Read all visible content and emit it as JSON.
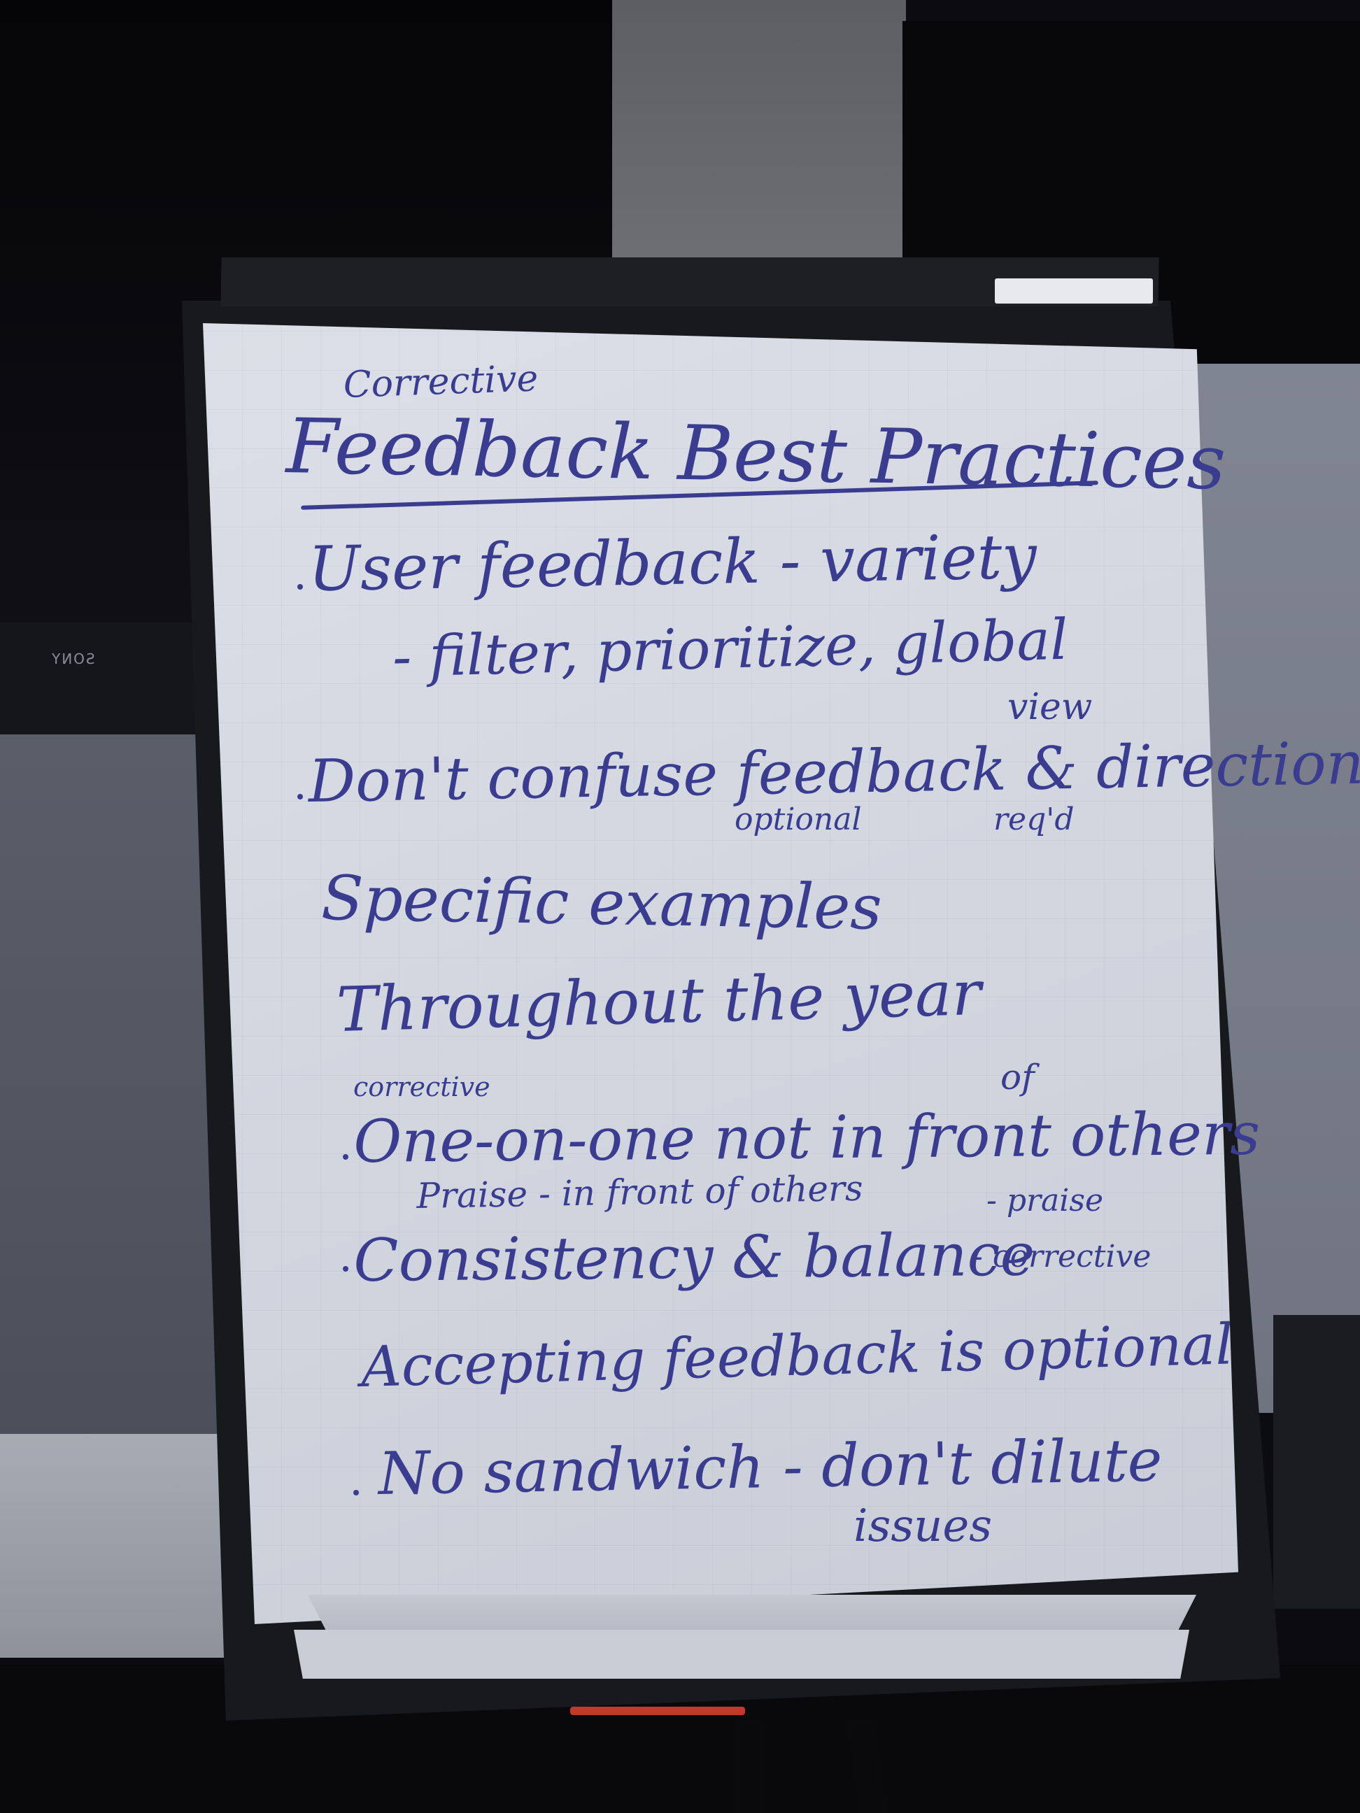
{
  "background": {
    "tv_brand": "SONY"
  },
  "flipchart": {
    "title_prefix": "Corrective",
    "title": "Feedback Best Practices",
    "lines": {
      "user_feedback": "User feedback - variety",
      "user_feedback_sub": "- filter, prioritize, global",
      "user_feedback_note": "view",
      "dont_confuse": "Don't confuse feedback & direction",
      "optional_note": "optional",
      "reqd_note": "req'd",
      "specific": "Specific examples",
      "throughout": "Throughout the year",
      "corrective_note": "corrective",
      "of_note": "of",
      "one_on_one": "One-on-one not in front others",
      "praise_sub": "Praise - in front of others",
      "consistency": "Consistency & balance",
      "praise_note": "- praise",
      "corrective_side": "- corrective",
      "accepting": "Accepting feedback is optional",
      "no_sandwich": "No sandwich - don't dilute",
      "issues_note": "issues"
    }
  },
  "colors": {
    "ink": "#3a3d8f",
    "paper": "#d6d9e1",
    "frame": "#18191d",
    "accent_red": "#c0392b"
  }
}
